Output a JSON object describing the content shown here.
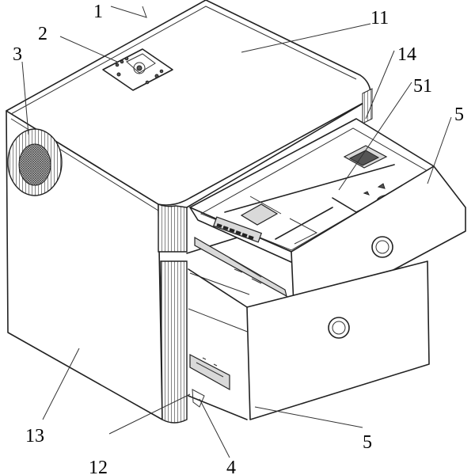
{
  "labels": {
    "l1": "1",
    "l2": "2",
    "l3": "3",
    "l11": "11",
    "l14": "14",
    "l51": "51",
    "l5a": "5",
    "l13": "13",
    "l12": "12",
    "l4": "4",
    "l5b": "5"
  },
  "colors": {
    "line": "#222222",
    "fill": "#ffffff",
    "shade": "#d9d9d9"
  }
}
